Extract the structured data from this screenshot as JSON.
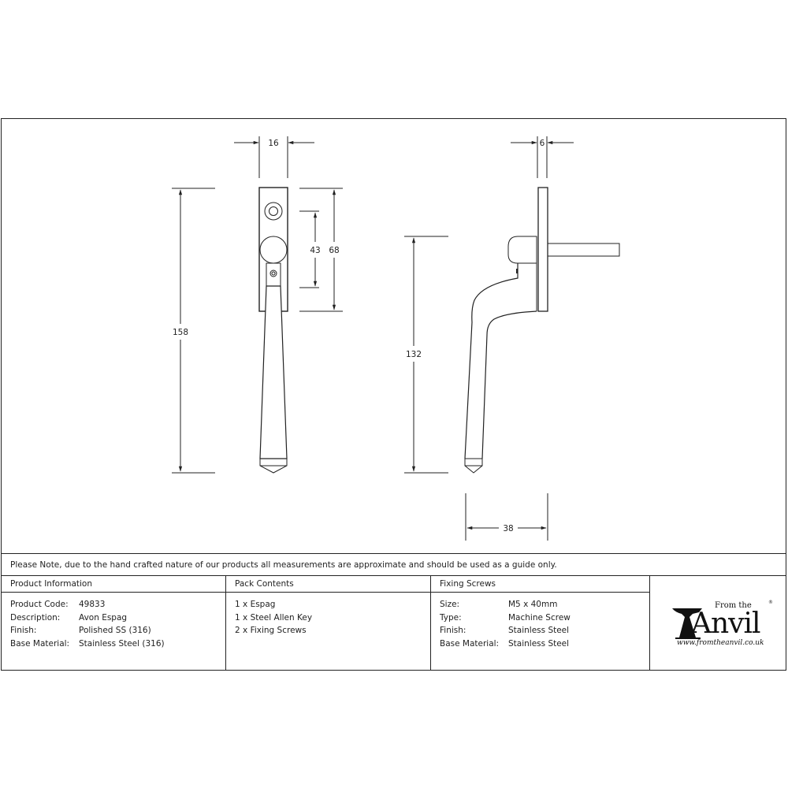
{
  "drawing": {
    "front_view": {
      "width_dim": "16",
      "overall_height_dim": "158",
      "fixing_centres_dim": "43",
      "backplate_height_dim": "68"
    },
    "side_view": {
      "backplate_thickness_dim": "6",
      "handle_height_dim": "132",
      "projection_dim": "38"
    }
  },
  "note": "Please Note, due to the hand crafted nature of our products all measurements are approximate and should be used as a guide only.",
  "product_information": {
    "header": "Product Information",
    "rows": [
      {
        "label": "Product Code:",
        "value": "49833"
      },
      {
        "label": "Description:",
        "value": "Avon Espag"
      },
      {
        "label": "Finish:",
        "value": "Polished SS (316)"
      },
      {
        "label": "Base Material:",
        "value": "Stainless Steel (316)"
      }
    ]
  },
  "pack_contents": {
    "header": "Pack Contents",
    "items": [
      "1 x Espag",
      "1 x Steel Allen Key",
      "2 x Fixing Screws"
    ]
  },
  "fixing_screws": {
    "header": "Fixing Screws",
    "rows": [
      {
        "label": "Size:",
        "value": "M5 x 40mm"
      },
      {
        "label": "Type:",
        "value": "Machine Screw"
      },
      {
        "label": "Finish:",
        "value": "Stainless Steel"
      },
      {
        "label": "Base Material:",
        "value": "Stainless Steel"
      }
    ]
  },
  "logo": {
    "from_the": "From the",
    "brand": "Anvil",
    "registered": "®",
    "url": "www.fromtheanvil.co.uk"
  }
}
